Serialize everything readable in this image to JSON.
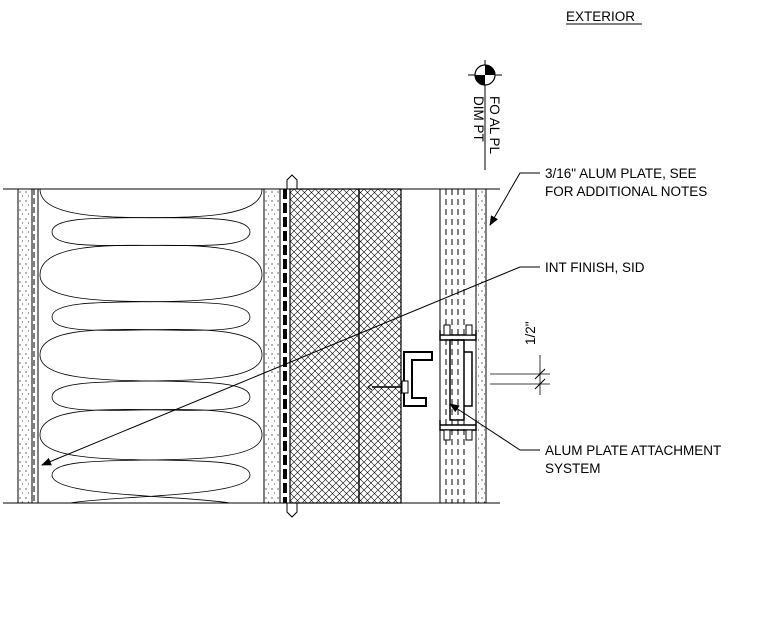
{
  "drawing": {
    "title": "EXTERIOR",
    "datum": {
      "line1": "FO AL PL",
      "line2": "DIM PT"
    },
    "callouts": {
      "alum_plate": [
        "3/16\" ALUM PLATE, SEE",
        "FOR ADDITIONAL NOTES"
      ],
      "int_finish": [
        "INT FINISH, SID"
      ],
      "attachment": [
        "ALUM PLATE ATTACHMENT",
        "SYSTEM"
      ]
    },
    "dimension": "1/2\""
  }
}
